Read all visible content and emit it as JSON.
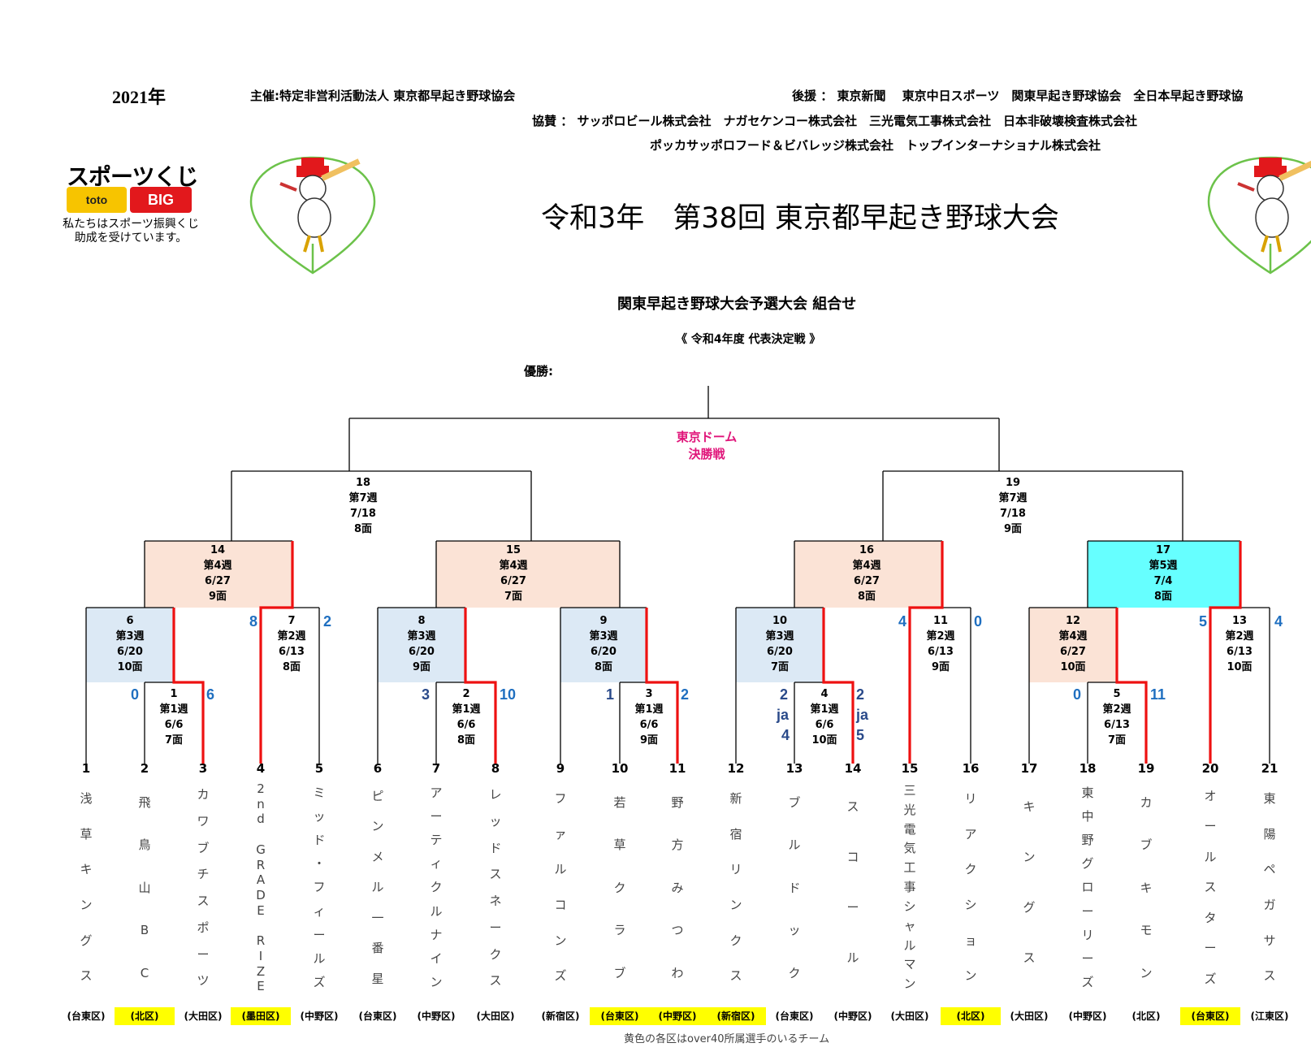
{
  "header": {
    "year": "2021年",
    "sponsor": "主催:特定非営利活動法人 東京都早起き野球協会",
    "support": "後援 ： 東京新聞　 東京中日スポーツ　関東早起き野球協会　全日本早起き野球協",
    "kyosan": "協賛 ： サッポロビール株式会社　ナガセケンコー株式会社　三光電気工事株式会社　日本非破壊検査株式会社",
    "kyosan2": "ポッカサッポロフード＆ビバレッジ株式会社　トップインターナショナル株式会社",
    "title": "令和3年　第38回 東京都早起き野球大会",
    "subtitle": "関東早起き野球大会予選大会 組合せ",
    "subtitle2": "《 令和4年度 代表決定戦 》",
    "winner_label": "優勝:"
  },
  "toto": {
    "brand": "スポーツくじ",
    "toto_label": "toto",
    "big_label": "BIG",
    "note_line1": "私たちはスポーツ振興くじ",
    "note_line2": "助成を受けています。"
  },
  "final": {
    "line1": "東京ドーム",
    "line2": "決勝戦"
  },
  "colors": {
    "peach": "#fbe3d6",
    "blue": "#dce9f5",
    "cyan": "#66ffff",
    "red": "#ee1111",
    "highlight": "#ffff00",
    "score": "#1f6fc0"
  },
  "games": [
    {
      "id": "g18",
      "num": "18",
      "week": "第7週",
      "date": "7/18",
      "field": "8面"
    },
    {
      "id": "g19",
      "num": "19",
      "week": "第7週",
      "date": "7/18",
      "field": "9面"
    },
    {
      "id": "g14",
      "num": "14",
      "week": "第4週",
      "date": "6/27",
      "field": "9面"
    },
    {
      "id": "g15",
      "num": "15",
      "week": "第4週",
      "date": "6/27",
      "field": "7面"
    },
    {
      "id": "g16",
      "num": "16",
      "week": "第4週",
      "date": "6/27",
      "field": "8面"
    },
    {
      "id": "g17",
      "num": "17",
      "week": "第5週",
      "date": "7/4",
      "field": "8面"
    },
    {
      "id": "g6",
      "num": "6",
      "week": "第3週",
      "date": "6/20",
      "field": "10面"
    },
    {
      "id": "g7",
      "num": "7",
      "week": "第2週",
      "date": "6/13",
      "field": "8面"
    },
    {
      "id": "g8",
      "num": "8",
      "week": "第3週",
      "date": "6/20",
      "field": "9面"
    },
    {
      "id": "g9",
      "num": "9",
      "week": "第3週",
      "date": "6/20",
      "field": "8面"
    },
    {
      "id": "g10",
      "num": "10",
      "week": "第3週",
      "date": "6/20",
      "field": "7面"
    },
    {
      "id": "g11",
      "num": "11",
      "week": "第2週",
      "date": "6/13",
      "field": "9面"
    },
    {
      "id": "g12",
      "num": "12",
      "week": "第4週",
      "date": "6/27",
      "field": "10面"
    },
    {
      "id": "g13",
      "num": "13",
      "week": "第2週",
      "date": "6/13",
      "field": "10面"
    },
    {
      "id": "g1",
      "num": "1",
      "week": "第1週",
      "date": "6/6",
      "field": "7面"
    },
    {
      "id": "g2",
      "num": "2",
      "week": "第1週",
      "date": "6/6",
      "field": "8面"
    },
    {
      "id": "g3",
      "num": "3",
      "week": "第1週",
      "date": "6/6",
      "field": "9面"
    },
    {
      "id": "g4",
      "num": "4",
      "week": "第1週",
      "date": "6/6",
      "field": "10面"
    },
    {
      "id": "g5",
      "num": "5",
      "week": "第2週",
      "date": "6/13",
      "field": "7面"
    }
  ],
  "scores": [
    {
      "id": "s1",
      "value": "0"
    },
    {
      "id": "s2",
      "value": "6"
    },
    {
      "id": "s3",
      "value": "8"
    },
    {
      "id": "s4",
      "value": "2"
    },
    {
      "id": "s5",
      "value": "3"
    },
    {
      "id": "s6",
      "value": "10"
    },
    {
      "id": "s7",
      "value": "1"
    },
    {
      "id": "s8",
      "value": "2"
    },
    {
      "id": "s9",
      "value": "2"
    },
    {
      "id": "s10",
      "value": "ja"
    },
    {
      "id": "s11",
      "value": "4"
    },
    {
      "id": "s12",
      "value": "2"
    },
    {
      "id": "s13",
      "value": "ja"
    },
    {
      "id": "s14",
      "value": "5"
    },
    {
      "id": "s15",
      "value": "4"
    },
    {
      "id": "s16",
      "value": "0"
    },
    {
      "id": "s17",
      "value": "0"
    },
    {
      "id": "s18",
      "value": "11"
    },
    {
      "id": "s19",
      "value": "5"
    },
    {
      "id": "s20",
      "value": "4"
    }
  ],
  "teams": [
    {
      "num": "1",
      "name": "浅草キングス",
      "ward": "(台東区)",
      "hl": false
    },
    {
      "num": "2",
      "name": "飛鳥山BC",
      "ward": "(北区)",
      "hl": true
    },
    {
      "num": "3",
      "name": "カワブチスポーツ",
      "ward": "(大田区)",
      "hl": false
    },
    {
      "num": "4",
      "name": "2nd GRADE RIZE",
      "ward": "(墨田区)",
      "hl": true
    },
    {
      "num": "5",
      "name": "ミッド・フィールズ",
      "ward": "(中野区)",
      "hl": false
    },
    {
      "num": "6",
      "name": "ピンメル一番星",
      "ward": "(台東区)",
      "hl": false
    },
    {
      "num": "7",
      "name": "アーティクルナイン",
      "ward": "(中野区)",
      "hl": false
    },
    {
      "num": "8",
      "name": "レッドスネークス",
      "ward": "(大田区)",
      "hl": false
    },
    {
      "num": "9",
      "name": "ファルコンズ",
      "ward": "(新宿区)",
      "hl": false
    },
    {
      "num": "10",
      "name": "若草クラブ",
      "ward": "(台東区)",
      "hl": true
    },
    {
      "num": "11",
      "name": "野方みつわ",
      "ward": "(中野区)",
      "hl": true
    },
    {
      "num": "12",
      "name": "新宿リンクス",
      "ward": "(新宿区)",
      "hl": true
    },
    {
      "num": "13",
      "name": "ブルドック",
      "ward": "(台東区)",
      "hl": false
    },
    {
      "num": "14",
      "name": "スコール",
      "ward": "(中野区)",
      "hl": false
    },
    {
      "num": "15",
      "name": "三光電気工事シャルマン",
      "ward": "(大田区)",
      "hl": false
    },
    {
      "num": "16",
      "name": "リアクション",
      "ward": "(北区)",
      "hl": true
    },
    {
      "num": "17",
      "name": "キングス",
      "ward": "(大田区)",
      "hl": false
    },
    {
      "num": "18",
      "name": "東中野グローリーズ",
      "ward": "(中野区)",
      "hl": false
    },
    {
      "num": "19",
      "name": "カブキモン",
      "ward": "(北区)",
      "hl": false
    },
    {
      "num": "20",
      "name": "オールスターズ",
      "ward": "(台東区)",
      "hl": true
    },
    {
      "num": "21",
      "name": "東陽ペガサス",
      "ward": "(江東区)",
      "hl": false
    }
  ],
  "footnote": "黄色の各区はover40所属選手のいるチーム"
}
